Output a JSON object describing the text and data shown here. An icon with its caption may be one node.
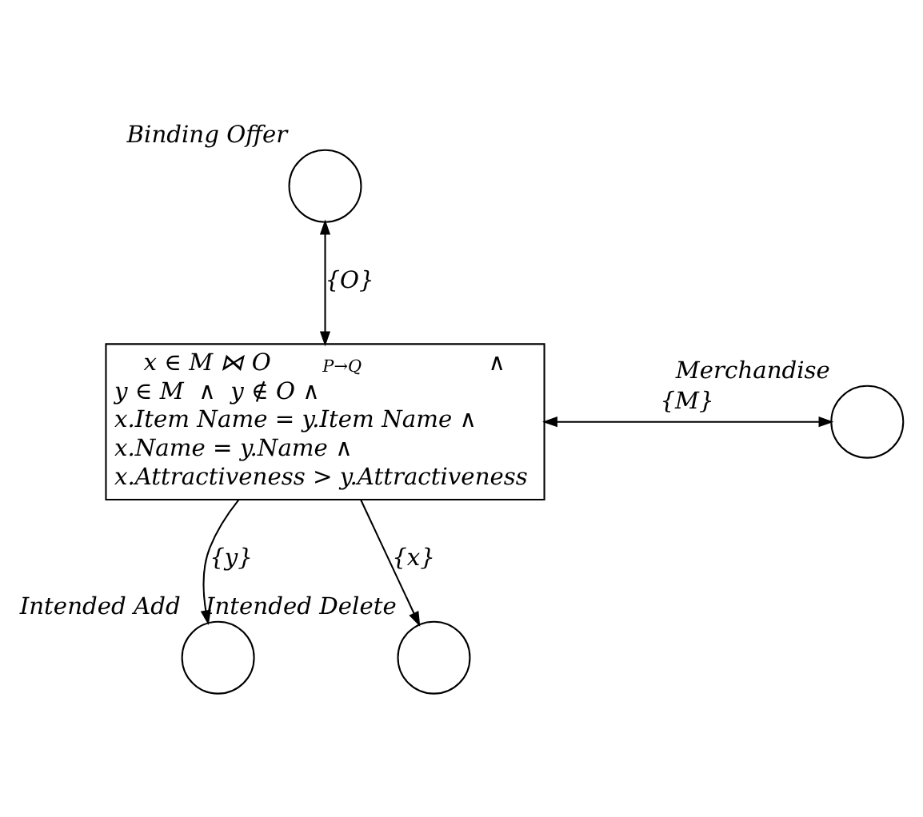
{
  "diagram": {
    "nodes": [
      {
        "text": [],
        "shape": "circle",
        "beside": [
          "Binding Offer"
        ]
      },
      {
        "text": [
          "x ∈ M ⋈ O$_{P→Q}$ ∧",
          "y ∈ M  ∧  y ∉ O ∧",
          "x.Item Name = y.Item Name ∧",
          "x.Name = y.Name ∧",
          "x.Attractiveness > y.Attractiveness"
        ]
      },
      {
        "text": [],
        "shape": "circle",
        "beside": [
          "Merchandise"
        ]
      },
      {
        "text": [],
        "shape": "circle",
        "beside": [
          "Intended Add"
        ]
      },
      {
        "text": [],
        "shape": "circle",
        "beside": [
          "Intended Delete"
        ]
      }
    ],
    "edges": [
      {
        "from": 0,
        "to": 1,
        "arrow": "both",
        "label": "{O}"
      },
      {
        "from": 1,
        "to": 2,
        "arrow": "both",
        "label": "{M}"
      },
      {
        "from": 1,
        "to": 3,
        "arrow": "to",
        "label": "{y}"
      },
      {
        "from": 1,
        "to": 4,
        "arrow": "to",
        "label": "{x}"
      }
    ]
  }
}
